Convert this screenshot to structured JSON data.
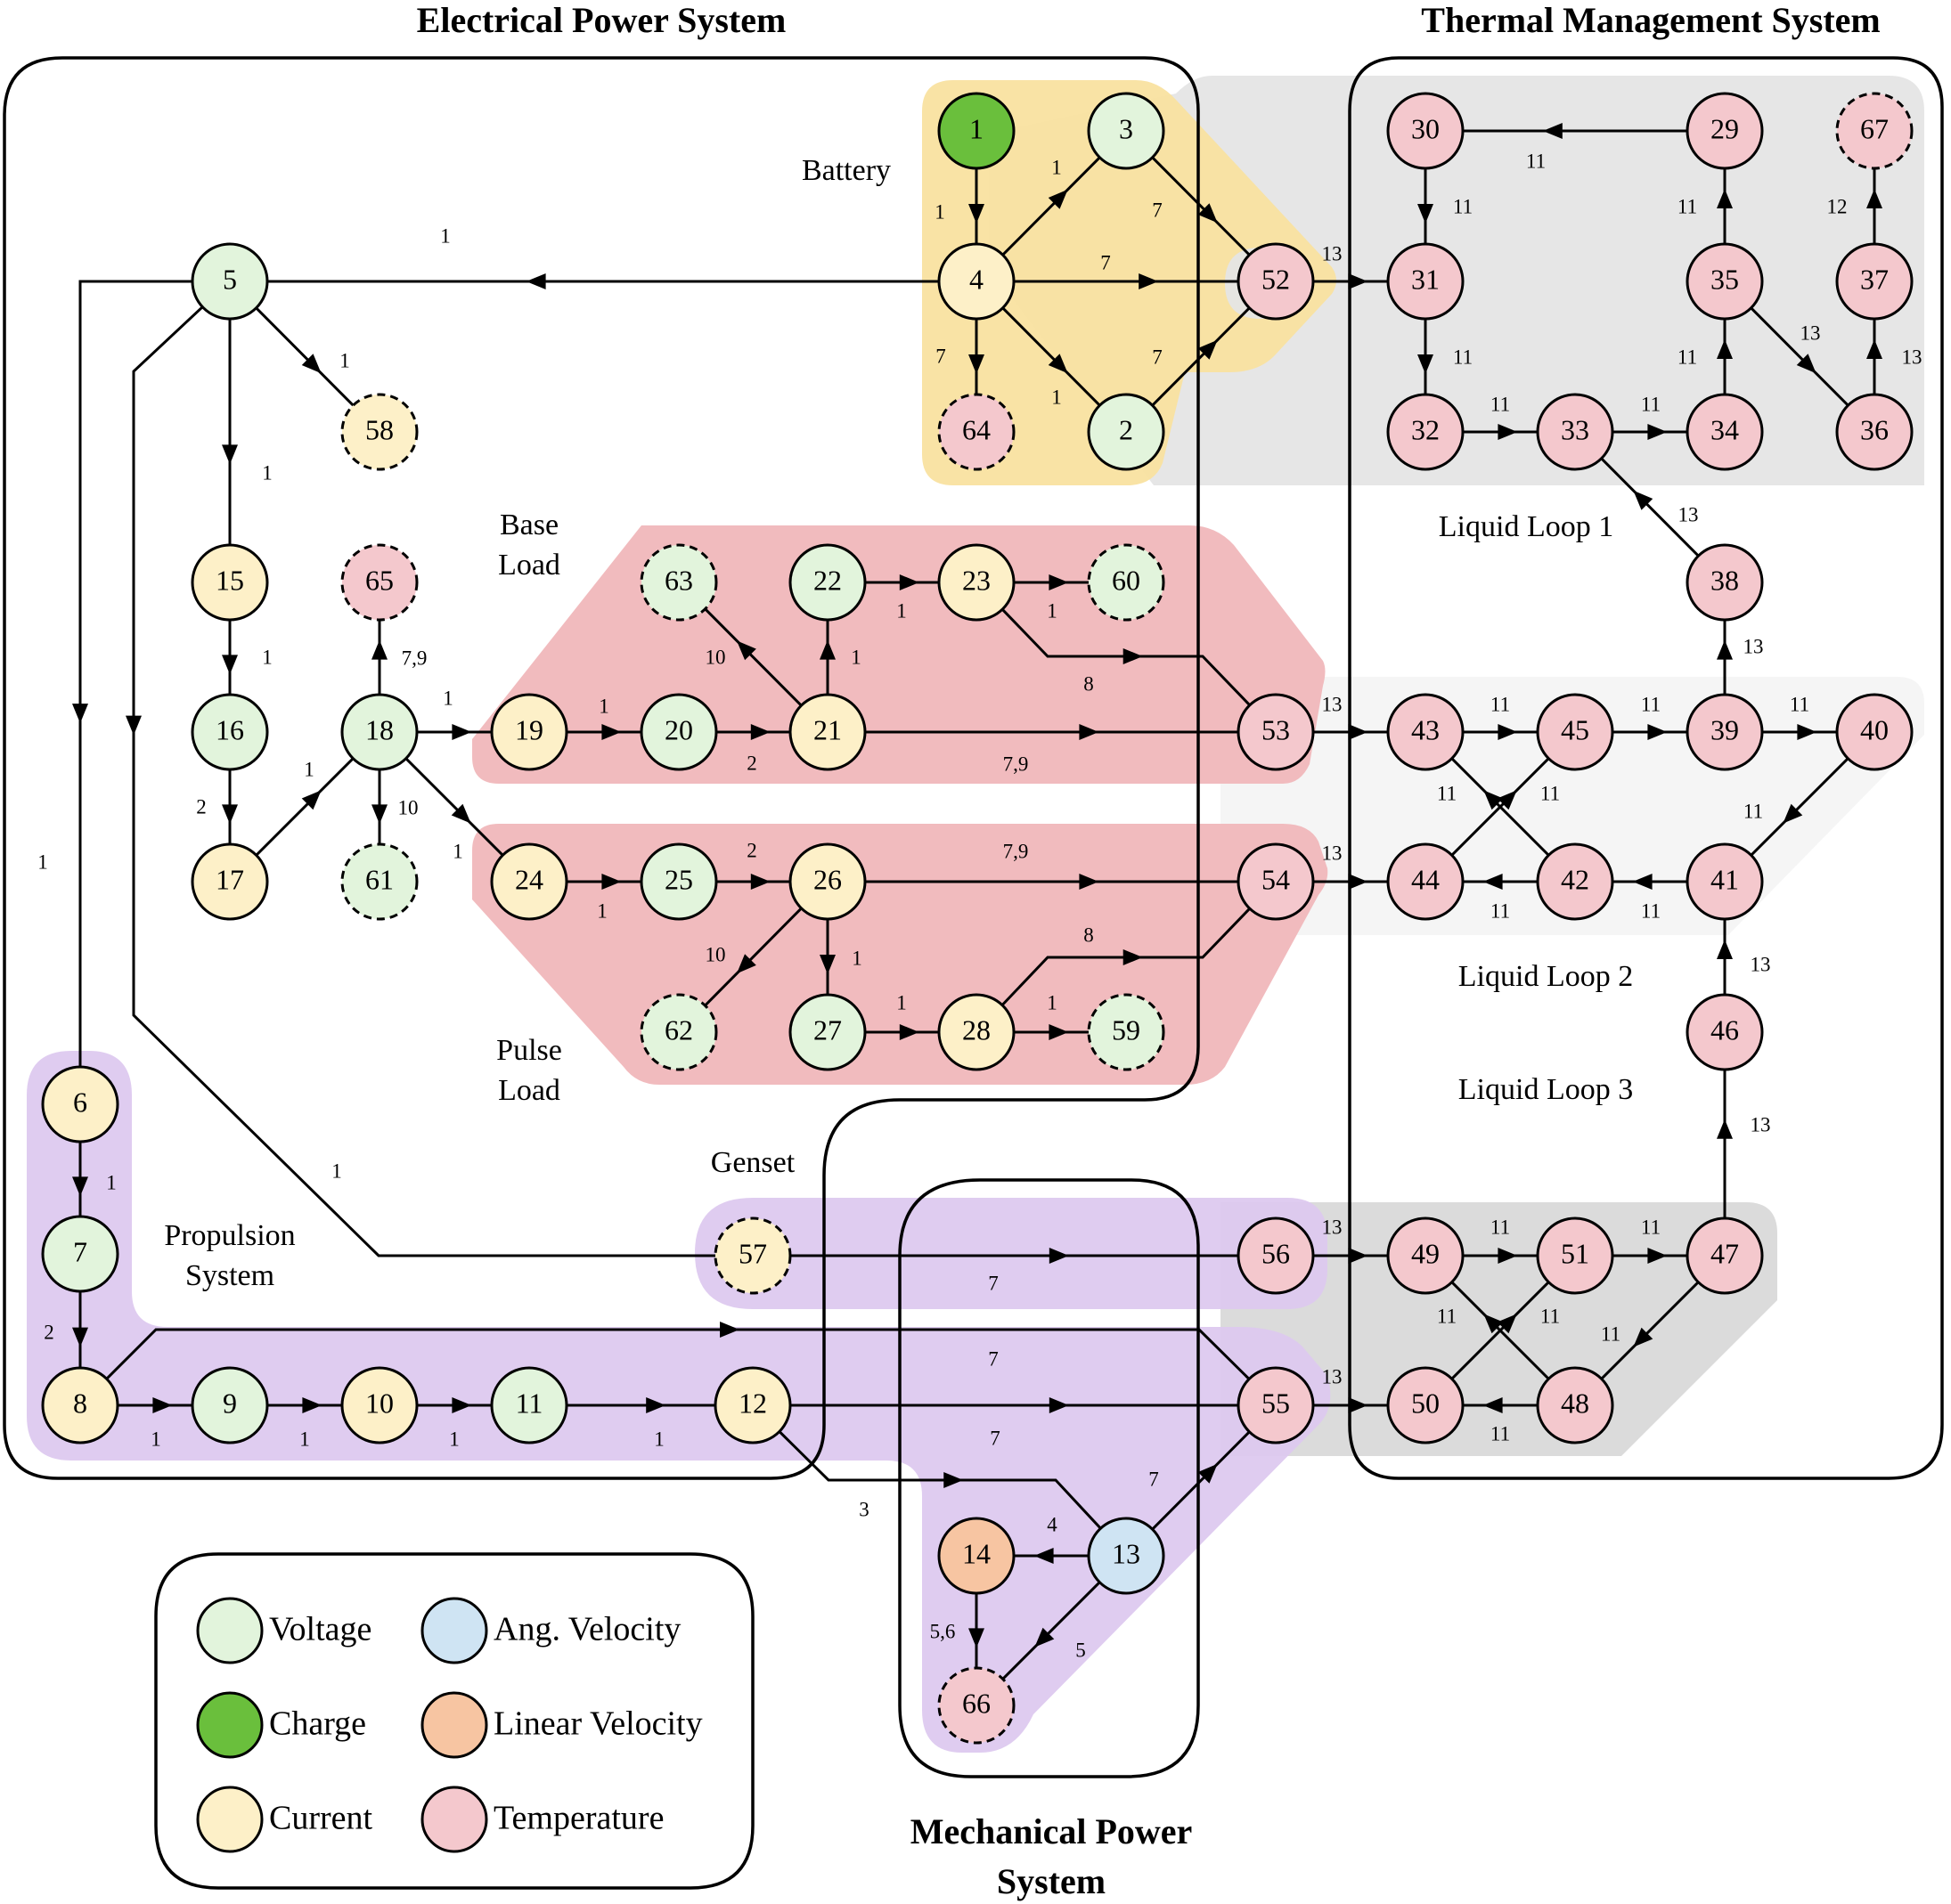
{
  "titles": {
    "electrical": "Electrical Power System",
    "thermal": "Thermal Management System",
    "mechanical_line1": "Mechanical Power",
    "mechanical_line2": "System"
  },
  "region_labels": {
    "battery": "Battery",
    "base_load_1": "Base",
    "base_load_2": "Load",
    "pulse_load_1": "Pulse",
    "pulse_load_2": "Load",
    "genset": "Genset",
    "propulsion_1": "Propulsion",
    "propulsion_2": "System",
    "liquid_loop_1": "Liquid Loop 1",
    "liquid_loop_2": "Liquid Loop 2",
    "liquid_loop_3": "Liquid Loop 3"
  },
  "colors": {
    "voltage": "#e2f4dc",
    "charge": "#6abf3c",
    "current": "#fdf0c8",
    "ang_velocity": "#cfe4f3",
    "linear_velocity": "#f7c5a2",
    "temperature": "#f4c8cd",
    "battery_region": "#f9e1a0",
    "load_region": "#f0b7bb",
    "propulsion_region": "#ddc9ef",
    "loop1_region": "#e5e5e5",
    "loop2_region": "#f4f4f4",
    "loop3_region": "#d9d9d9"
  },
  "legend": [
    {
      "type": "voltage",
      "label": "Voltage"
    },
    {
      "type": "charge",
      "label": "Charge"
    },
    {
      "type": "current",
      "label": "Current"
    },
    {
      "type": "ang_velocity",
      "label": "Ang. Velocity"
    },
    {
      "type": "linear_velocity",
      "label": "Linear Velocity"
    },
    {
      "type": "temperature",
      "label": "Temperature"
    }
  ],
  "nodes": [
    {
      "id": "1",
      "type": "charge",
      "dashed": false
    },
    {
      "id": "2",
      "type": "voltage",
      "dashed": false
    },
    {
      "id": "3",
      "type": "voltage",
      "dashed": false
    },
    {
      "id": "4",
      "type": "current",
      "dashed": false
    },
    {
      "id": "5",
      "type": "voltage",
      "dashed": false
    },
    {
      "id": "6",
      "type": "current",
      "dashed": false
    },
    {
      "id": "7",
      "type": "voltage",
      "dashed": false
    },
    {
      "id": "8",
      "type": "current",
      "dashed": false
    },
    {
      "id": "9",
      "type": "voltage",
      "dashed": false
    },
    {
      "id": "10",
      "type": "current",
      "dashed": false
    },
    {
      "id": "11",
      "type": "voltage",
      "dashed": false
    },
    {
      "id": "12",
      "type": "current",
      "dashed": false
    },
    {
      "id": "13",
      "type": "ang_velocity",
      "dashed": false
    },
    {
      "id": "14",
      "type": "linear_velocity",
      "dashed": false
    },
    {
      "id": "15",
      "type": "current",
      "dashed": false
    },
    {
      "id": "16",
      "type": "voltage",
      "dashed": false
    },
    {
      "id": "17",
      "type": "current",
      "dashed": false
    },
    {
      "id": "18",
      "type": "voltage",
      "dashed": false
    },
    {
      "id": "19",
      "type": "current",
      "dashed": false
    },
    {
      "id": "20",
      "type": "voltage",
      "dashed": false
    },
    {
      "id": "21",
      "type": "current",
      "dashed": false
    },
    {
      "id": "22",
      "type": "voltage",
      "dashed": false
    },
    {
      "id": "23",
      "type": "current",
      "dashed": false
    },
    {
      "id": "24",
      "type": "current",
      "dashed": false
    },
    {
      "id": "25",
      "type": "voltage",
      "dashed": false
    },
    {
      "id": "26",
      "type": "current",
      "dashed": false
    },
    {
      "id": "27",
      "type": "voltage",
      "dashed": false
    },
    {
      "id": "28",
      "type": "current",
      "dashed": false
    },
    {
      "id": "29",
      "type": "temperature",
      "dashed": false
    },
    {
      "id": "30",
      "type": "temperature",
      "dashed": false
    },
    {
      "id": "31",
      "type": "temperature",
      "dashed": false
    },
    {
      "id": "32",
      "type": "temperature",
      "dashed": false
    },
    {
      "id": "33",
      "type": "temperature",
      "dashed": false
    },
    {
      "id": "34",
      "type": "temperature",
      "dashed": false
    },
    {
      "id": "35",
      "type": "temperature",
      "dashed": false
    },
    {
      "id": "36",
      "type": "temperature",
      "dashed": false
    },
    {
      "id": "37",
      "type": "temperature",
      "dashed": false
    },
    {
      "id": "38",
      "type": "temperature",
      "dashed": false
    },
    {
      "id": "39",
      "type": "temperature",
      "dashed": false
    },
    {
      "id": "40",
      "type": "temperature",
      "dashed": false
    },
    {
      "id": "41",
      "type": "temperature",
      "dashed": false
    },
    {
      "id": "42",
      "type": "temperature",
      "dashed": false
    },
    {
      "id": "43",
      "type": "temperature",
      "dashed": false
    },
    {
      "id": "44",
      "type": "temperature",
      "dashed": false
    },
    {
      "id": "45",
      "type": "temperature",
      "dashed": false
    },
    {
      "id": "46",
      "type": "temperature",
      "dashed": false
    },
    {
      "id": "47",
      "type": "temperature",
      "dashed": false
    },
    {
      "id": "48",
      "type": "temperature",
      "dashed": false
    },
    {
      "id": "49",
      "type": "temperature",
      "dashed": false
    },
    {
      "id": "50",
      "type": "temperature",
      "dashed": false
    },
    {
      "id": "51",
      "type": "temperature",
      "dashed": false
    },
    {
      "id": "52",
      "type": "temperature",
      "dashed": false
    },
    {
      "id": "53",
      "type": "temperature",
      "dashed": false
    },
    {
      "id": "54",
      "type": "temperature",
      "dashed": false
    },
    {
      "id": "55",
      "type": "temperature",
      "dashed": false
    },
    {
      "id": "56",
      "type": "temperature",
      "dashed": false
    },
    {
      "id": "57",
      "type": "current",
      "dashed": true
    },
    {
      "id": "58",
      "type": "current",
      "dashed": true
    },
    {
      "id": "59",
      "type": "voltage",
      "dashed": true
    },
    {
      "id": "60",
      "type": "voltage",
      "dashed": true
    },
    {
      "id": "61",
      "type": "voltage",
      "dashed": true
    },
    {
      "id": "62",
      "type": "voltage",
      "dashed": true
    },
    {
      "id": "63",
      "type": "voltage",
      "dashed": true
    },
    {
      "id": "64",
      "type": "temperature",
      "dashed": true
    },
    {
      "id": "65",
      "type": "temperature",
      "dashed": true
    },
    {
      "id": "66",
      "type": "temperature",
      "dashed": true
    },
    {
      "id": "67",
      "type": "temperature",
      "dashed": true
    }
  ],
  "edges": [
    {
      "from": "1",
      "to": "4",
      "label": "1"
    },
    {
      "from": "4",
      "to": "3",
      "label": "1"
    },
    {
      "from": "4",
      "to": "2",
      "label": "1"
    },
    {
      "from": "4",
      "to": "64",
      "label": "7"
    },
    {
      "from": "4",
      "to": "52",
      "label": "7"
    },
    {
      "from": "3",
      "to": "52",
      "label": "7"
    },
    {
      "from": "2",
      "to": "52",
      "label": "7"
    },
    {
      "from": "4",
      "to": "5",
      "label": "1"
    },
    {
      "from": "5",
      "to": "58",
      "label": "1"
    },
    {
      "from": "5",
      "to": "15",
      "label": "1"
    },
    {
      "from": "5",
      "to": "6",
      "label": "1"
    },
    {
      "from": "5",
      "to": "57",
      "label": "1"
    },
    {
      "from": "15",
      "to": "16",
      "label": "1"
    },
    {
      "from": "16",
      "to": "17",
      "label": "2"
    },
    {
      "from": "17",
      "to": "18",
      "label": "1"
    },
    {
      "from": "18",
      "to": "65",
      "label": "7,9"
    },
    {
      "from": "18",
      "to": "61",
      "label": "10"
    },
    {
      "from": "18",
      "to": "19",
      "label": "1"
    },
    {
      "from": "18",
      "to": "24",
      "label": "1"
    },
    {
      "from": "19",
      "to": "20",
      "label": "1"
    },
    {
      "from": "20",
      "to": "21",
      "label": "2"
    },
    {
      "from": "21",
      "to": "63",
      "label": "10"
    },
    {
      "from": "21",
      "to": "22",
      "label": "1"
    },
    {
      "from": "22",
      "to": "23",
      "label": "1"
    },
    {
      "from": "23",
      "to": "60",
      "label": "1"
    },
    {
      "from": "23",
      "to": "53",
      "label": "8"
    },
    {
      "from": "21",
      "to": "53",
      "label": "7,9"
    },
    {
      "from": "24",
      "to": "25",
      "label": "1"
    },
    {
      "from": "25",
      "to": "26",
      "label": "2"
    },
    {
      "from": "26",
      "to": "62",
      "label": "10"
    },
    {
      "from": "26",
      "to": "27",
      "label": "1"
    },
    {
      "from": "26",
      "to": "54",
      "label": "7,9"
    },
    {
      "from": "27",
      "to": "28",
      "label": "1"
    },
    {
      "from": "28",
      "to": "59",
      "label": "1"
    },
    {
      "from": "28",
      "to": "54",
      "label": "8"
    },
    {
      "from": "6",
      "to": "7",
      "label": "1"
    },
    {
      "from": "7",
      "to": "8",
      "label": "2"
    },
    {
      "from": "8",
      "to": "9",
      "label": "1"
    },
    {
      "from": "9",
      "to": "10",
      "label": "1"
    },
    {
      "from": "10",
      "to": "11",
      "label": "1"
    },
    {
      "from": "11",
      "to": "12",
      "label": "1"
    },
    {
      "from": "8",
      "to": "55",
      "label": "7"
    },
    {
      "from": "12",
      "to": "55",
      "label": "7"
    },
    {
      "from": "12",
      "to": "13",
      "label": "3"
    },
    {
      "from": "13",
      "to": "14",
      "label": "4"
    },
    {
      "from": "13",
      "to": "66",
      "label": "5"
    },
    {
      "from": "14",
      "to": "66",
      "label": "5,6"
    },
    {
      "from": "13",
      "to": "55",
      "label": "7"
    },
    {
      "from": "57",
      "to": "56",
      "label": "7"
    },
    {
      "from": "52",
      "to": "31",
      "label": "13"
    },
    {
      "from": "53",
      "to": "43",
      "label": "13"
    },
    {
      "from": "54",
      "to": "44",
      "label": "13"
    },
    {
      "from": "56",
      "to": "49",
      "label": "13"
    },
    {
      "from": "55",
      "to": "50",
      "label": "13"
    },
    {
      "from": "29",
      "to": "30",
      "label": "11"
    },
    {
      "from": "30",
      "to": "31",
      "label": "11"
    },
    {
      "from": "31",
      "to": "32",
      "label": "11"
    },
    {
      "from": "32",
      "to": "33",
      "label": "11"
    },
    {
      "from": "33",
      "to": "34",
      "label": "11"
    },
    {
      "from": "34",
      "to": "35",
      "label": "11"
    },
    {
      "from": "35",
      "to": "29",
      "label": "11"
    },
    {
      "from": "35",
      "to": "36",
      "label": "13"
    },
    {
      "from": "36",
      "to": "37",
      "label": "13"
    },
    {
      "from": "37",
      "to": "67",
      "label": "12"
    },
    {
      "from": "38",
      "to": "33",
      "label": "13"
    },
    {
      "from": "39",
      "to": "38",
      "label": "13"
    },
    {
      "from": "43",
      "to": "45",
      "label": "11"
    },
    {
      "from": "45",
      "to": "39",
      "label": "11"
    },
    {
      "from": "39",
      "to": "40",
      "label": "11"
    },
    {
      "from": "40",
      "to": "41",
      "label": "11"
    },
    {
      "from": "41",
      "to": "42",
      "label": "11"
    },
    {
      "from": "42",
      "to": "44",
      "label": "11"
    },
    {
      "from": "44",
      "to": "45",
      "label": "11"
    },
    {
      "from": "42",
      "to": "43",
      "label": "11"
    },
    {
      "from": "46",
      "to": "41",
      "label": "13"
    },
    {
      "from": "47",
      "to": "46",
      "label": "13"
    },
    {
      "from": "49",
      "to": "51",
      "label": "11"
    },
    {
      "from": "51",
      "to": "47",
      "label": "11"
    },
    {
      "from": "47",
      "to": "48",
      "label": "11"
    },
    {
      "from": "48",
      "to": "50",
      "label": "11"
    },
    {
      "from": "50",
      "to": "51",
      "label": "11"
    },
    {
      "from": "48",
      "to": "49",
      "label": "11"
    }
  ]
}
